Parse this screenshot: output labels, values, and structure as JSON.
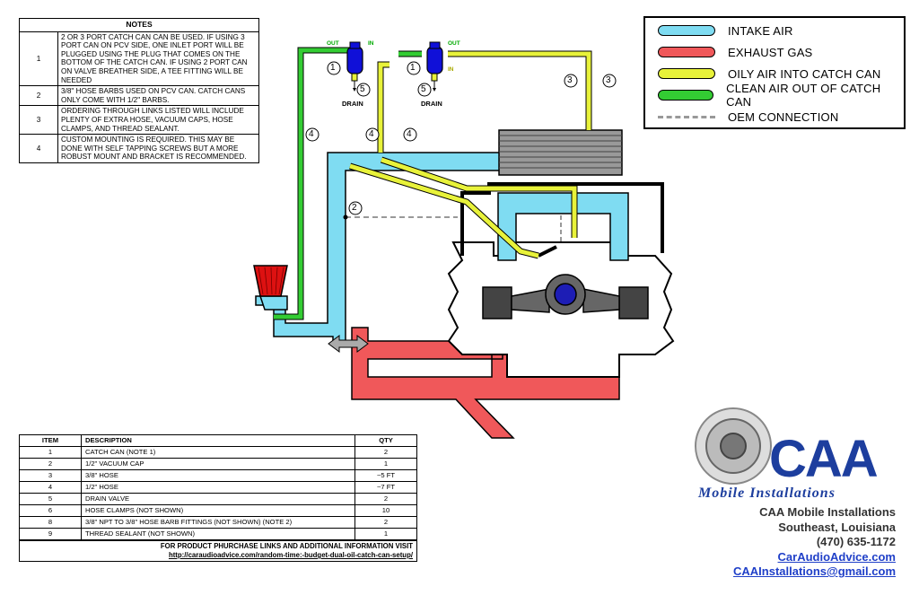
{
  "notes": {
    "title": "NOTES",
    "rows": [
      {
        "num": "1",
        "text": "2 OR 3 PORT CATCH CAN CAN BE USED. IF USING 3 PORT CAN ON PCV SIDE, ONE INLET PORT WILL BE PLUGGED USING THE PLUG THAT COMES ON THE BOTTOM OF THE CATCH CAN. IF USING 2 PORT CAN ON VALVE BREATHER SIDE, A TEE FITTING WILL BE NEEDED"
      },
      {
        "num": "2",
        "text": "3/8\" HOSE BARBS USED ON PCV CAN. CATCH CANS ONLY COME WITH 1/2\" BARBS."
      },
      {
        "num": "3",
        "text": "ORDERING THROUGH LINKS LISTED WILL INCLUDE PLENTY OF EXTRA HOSE, VACUUM CAPS, HOSE CLAMPS, AND THREAD SEALANT."
      },
      {
        "num": "4",
        "text": "CUSTOM MOUNTING IS REQUIRED. THIS MAY BE DONE WITH SELF TAPPING SCREWS BUT A MORE ROBUST MOUNT AND BRACKET IS RECOMMENDED."
      }
    ]
  },
  "legend": {
    "items": [
      {
        "label": "INTAKE AIR",
        "color": "#7fdcf2"
      },
      {
        "label": "EXHAUST GAS",
        "color": "#f0585a"
      },
      {
        "label": "OILY AIR INTO CATCH CAN",
        "color": "#e8f23a"
      },
      {
        "label": "CLEAN AIR OUT OF CATCH CAN",
        "color": "#33cc33"
      },
      {
        "label": "OEM CONNECTION",
        "color": "#999999"
      }
    ]
  },
  "diagram": {
    "out_label": "OUT",
    "in_label": "IN",
    "drain_label": "DRAIN",
    "callouts": [
      "1",
      "2",
      "3",
      "4",
      "5"
    ]
  },
  "bom": {
    "headers": {
      "item": "ITEM",
      "desc": "DESCRIPTION",
      "qty": "QTY"
    },
    "rows": [
      {
        "item": "1",
        "desc": "CATCH CAN (NOTE 1)",
        "qty": "2"
      },
      {
        "item": "2",
        "desc": "1/2\" VACUUM CAP",
        "qty": "1"
      },
      {
        "item": "3",
        "desc": "3/8\" HOSE",
        "qty": "~5 FT"
      },
      {
        "item": "4",
        "desc": "1/2\" HOSE",
        "qty": "~7 FT"
      },
      {
        "item": "5",
        "desc": "DRAIN VALVE",
        "qty": "2"
      },
      {
        "item": "6",
        "desc": "HOSE CLAMPS (NOT SHOWN)",
        "qty": "10"
      },
      {
        "item": "8",
        "desc": "3/8\" NPT TO 3/8\" HOSE BARB FITTINGS (NOT SHOWN) (NOTE 2)",
        "qty": "2"
      },
      {
        "item": "9",
        "desc": "THREAD SEALANT (NOT SHOWN)",
        "qty": "1"
      }
    ],
    "footer_line": "FOR PRODUCT PHURCHASE LINKS AND ADDITIONAL INFORMATION VISIT",
    "footer_link": "http://caraudioadvice.com/random-time:-budget-dual-oil-catch-can-setup/"
  },
  "company": {
    "logo_text": "CAA",
    "logo_sub": "Mobile Installations",
    "name": "CAA Mobile Installations",
    "region": "Southeast, Louisiana",
    "phone": "(470) 635-1172",
    "website": "CarAudioAdvice.com",
    "email": "CAAInstallations@gmail.com"
  }
}
